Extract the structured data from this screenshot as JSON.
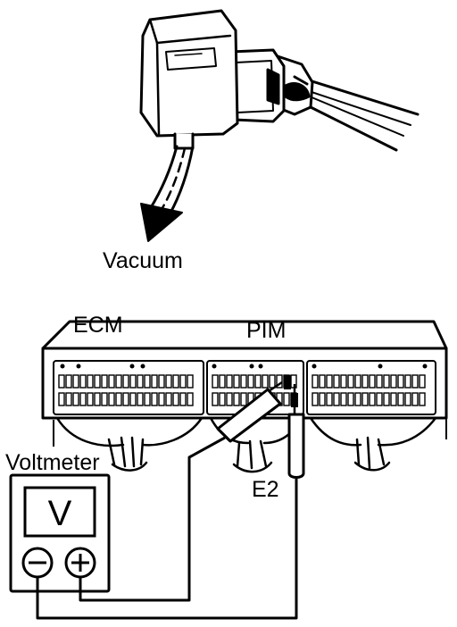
{
  "labels": {
    "vacuum": "Vacuum",
    "ecm": "ECM",
    "pim": "PIM",
    "voltmeter": "Voltmeter",
    "meter_display": "V",
    "e2": "E2"
  },
  "colors": {
    "ink": "#000000",
    "paper": "#ffffff"
  }
}
